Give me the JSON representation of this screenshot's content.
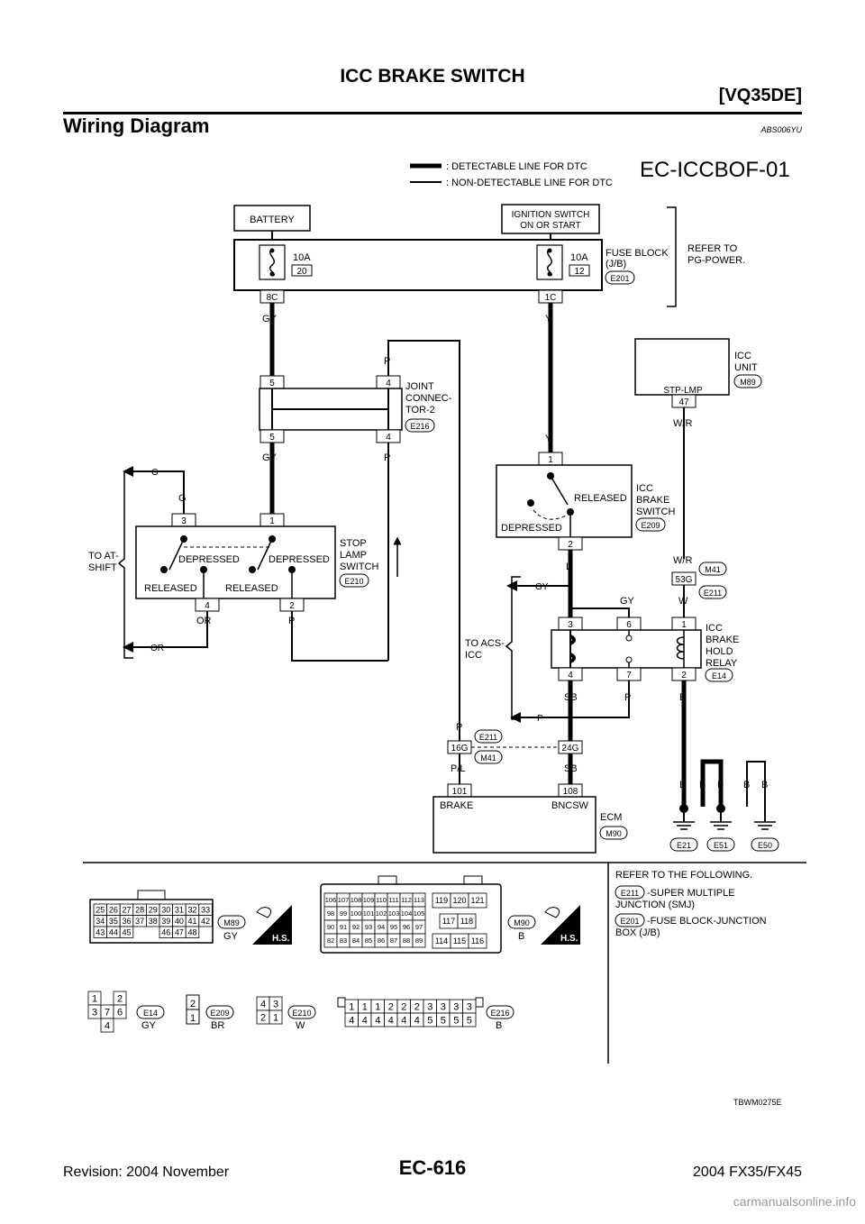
{
  "header": {
    "title": "ICC BRAKE SWITCH",
    "engine": "[VQ35DE]"
  },
  "section": {
    "title": "Wiring Diagram",
    "code": "ABS006YU"
  },
  "diagram": {
    "id": "EC-ICCBOF-01",
    "legend": {
      "detectable": ": DETECTABLE LINE FOR DTC",
      "non_detectable": ": NON-DETECTABLE LINE FOR DTC"
    },
    "battery": "BATTERY",
    "ignition": {
      "l1": "IGNITION SWITCH",
      "l2": "ON OR START"
    },
    "fuse_left": {
      "amp": "10A",
      "num": "20",
      "terminal": "8C"
    },
    "fuse_right": {
      "amp": "10A",
      "num": "12",
      "terminal": "1C"
    },
    "fuse_block": {
      "l1": "FUSE BLOCK",
      "l2": "(J/B)",
      "conn": "E201"
    },
    "refer": {
      "l1": "REFER TO",
      "l2": "PG-POWER."
    },
    "joint": {
      "l1": "JOINT",
      "l2": "CONNEC-",
      "l3": "TOR-2",
      "conn": "E216",
      "pins": [
        "5",
        "4",
        "5",
        "4"
      ]
    },
    "icc_unit": {
      "l1": "ICC",
      "l2": "UNIT",
      "conn": "M89",
      "terminal_name": "STP-LMP",
      "terminal": "47"
    },
    "icc_brake_switch": {
      "l1": "ICC",
      "l2": "BRAKE",
      "l3": "SWITCH",
      "conn": "E209",
      "released": "RELEASED",
      "depressed": "DEPRESSED",
      "pin_top": "1",
      "pin_bot": "2"
    },
    "stop_lamp": {
      "l1": "STOP",
      "l2": "LAMP",
      "l3": "SWITCH",
      "conn": "E210",
      "depressed": "DEPRESSED",
      "released": "RELEASED",
      "pins": [
        "3",
        "1",
        "4",
        "2"
      ]
    },
    "to_at_shift": {
      "l1": "TO AT-",
      "l2": "SHIFT"
    },
    "to_acs_icc": {
      "l1": "TO ACS-",
      "l2": "ICC"
    },
    "relay": {
      "l1": "ICC",
      "l2": "BRAKE",
      "l3": "HOLD",
      "l4": "RELAY",
      "conn": "E14",
      "pins": [
        "3",
        "6",
        "1",
        "4",
        "7",
        "2"
      ]
    },
    "inline_upper": {
      "pin": "53G",
      "conn1": "M41",
      "conn2": "E211"
    },
    "inline_lower": {
      "pin_left": "16G",
      "pin_right": "24G",
      "conn1": "E211",
      "conn2": "M41"
    },
    "ecm": {
      "name": "ECM",
      "conn": "M90",
      "brake": "BRAKE",
      "bncsw": "BNCSW",
      "pin_left": "101",
      "pin_right": "108"
    },
    "grounds": [
      "E21",
      "E51",
      "E50"
    ],
    "wires": {
      "gy": "GY",
      "y": "Y",
      "p": "P",
      "g": "G",
      "or": "OR",
      "wr": "W/R",
      "w": "W",
      "l": "L",
      "sb": "SB",
      "b": "B",
      "pl": "P/L"
    },
    "figure_code": "TBWM0275E"
  },
  "connectors": {
    "refer_title": "REFER TO THE FOLLOWING.",
    "refer_items": [
      {
        "conn": "E211",
        "l1": "-SUPER MULTIPLE",
        "l2": "JUNCTION (SMJ)"
      },
      {
        "conn": "E201",
        "l1": "-FUSE BLOCK-JUNCTION",
        "l2": "BOX (J/B)"
      }
    ],
    "hs": "H.S.",
    "m89": {
      "id": "M89",
      "color": "GY",
      "rows": [
        [
          "25",
          "26",
          "27",
          "28",
          "29",
          "30",
          "31",
          "32",
          "33"
        ],
        [
          "34",
          "35",
          "36",
          "37",
          "38",
          "39",
          "40",
          "41",
          "42"
        ],
        [
          "43",
          "44",
          "45",
          "",
          "",
          "46",
          "47",
          "48"
        ]
      ]
    },
    "m90": {
      "id": "M90",
      "color": "B",
      "left_rows": [
        [
          "106",
          "107",
          "108",
          "109",
          "110",
          "111",
          "112",
          "113"
        ],
        [
          "98",
          "99",
          "100",
          "101",
          "102",
          "103",
          "104",
          "105"
        ],
        [
          "90",
          "91",
          "92",
          "93",
          "94",
          "95",
          "96",
          "97"
        ],
        [
          "82",
          "83",
          "84",
          "85",
          "86",
          "87",
          "88",
          "89"
        ]
      ],
      "right": [
        "119",
        "120",
        "121",
        "117",
        "118",
        "114",
        "115",
        "116"
      ]
    },
    "e14": {
      "id": "E14",
      "color": "GY",
      "rows": [
        [
          "1",
          "",
          "2"
        ],
        [
          "3",
          "7",
          "6"
        ],
        [
          "",
          "4",
          ""
        ]
      ]
    },
    "e209": {
      "id": "E209",
      "color": "BR",
      "cells": [
        "2",
        "1"
      ]
    },
    "e210": {
      "id": "E210",
      "color": "W",
      "rows": [
        [
          "4",
          "3"
        ],
        [
          "2",
          "1"
        ]
      ]
    },
    "e216": {
      "id": "E216",
      "color": "B",
      "rows": [
        [
          "1",
          "1",
          "1",
          "2",
          "2",
          "2",
          "3",
          "3",
          "3",
          "3"
        ],
        [
          "4",
          "4",
          "4",
          "4",
          "4",
          "4",
          "5",
          "5",
          "5",
          "5"
        ]
      ]
    }
  },
  "footer": {
    "revision": "Revision: 2004 November",
    "page": "EC-616",
    "model": "2004 FX35/FX45",
    "watermark": "carmanualsonline.info"
  }
}
